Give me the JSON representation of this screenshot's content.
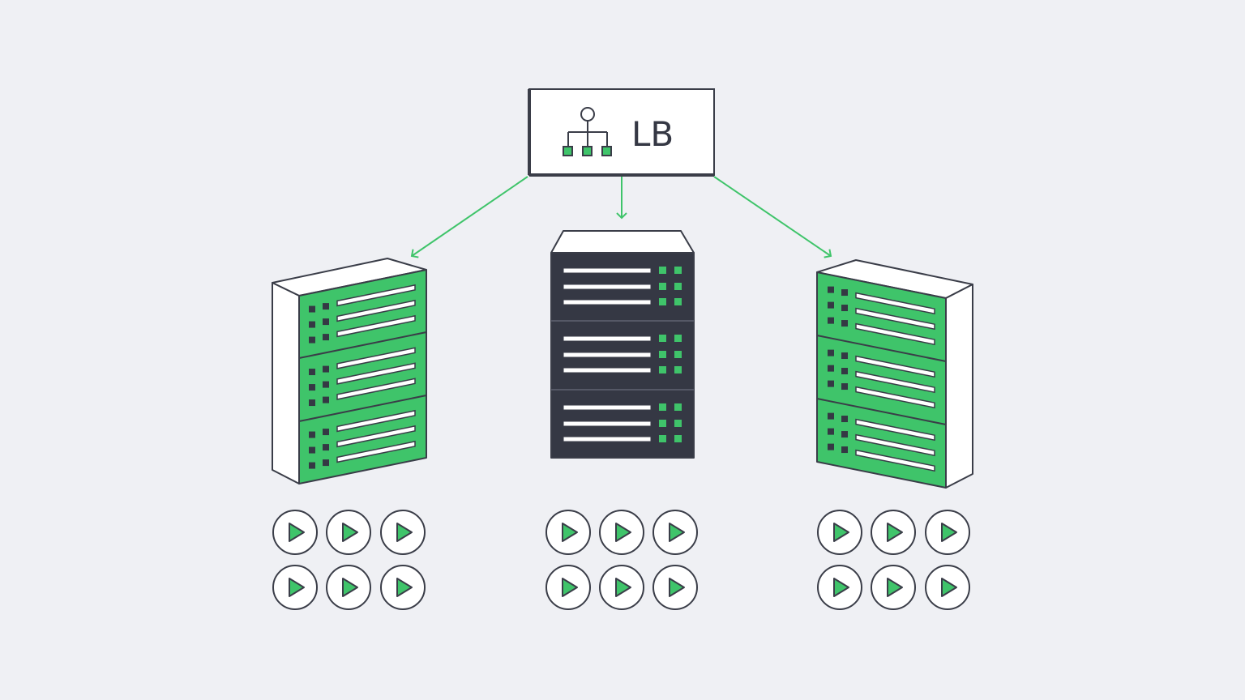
{
  "load_balancer": {
    "label": "LB",
    "icon": "network-hierarchy-icon"
  },
  "servers": [
    {
      "name": "left",
      "style": "isometric-green",
      "units": 3
    },
    {
      "name": "center",
      "style": "front-dark",
      "units": 3
    },
    {
      "name": "right",
      "style": "isometric-green",
      "units": 3
    }
  ],
  "streams_per_server": 6,
  "stream_icon": "play-icon",
  "colors": {
    "background": "#eff0f4",
    "accent_green": "#3fc46a",
    "dark": "#353844",
    "outline": "#3a3d48",
    "white": "#ffffff"
  }
}
